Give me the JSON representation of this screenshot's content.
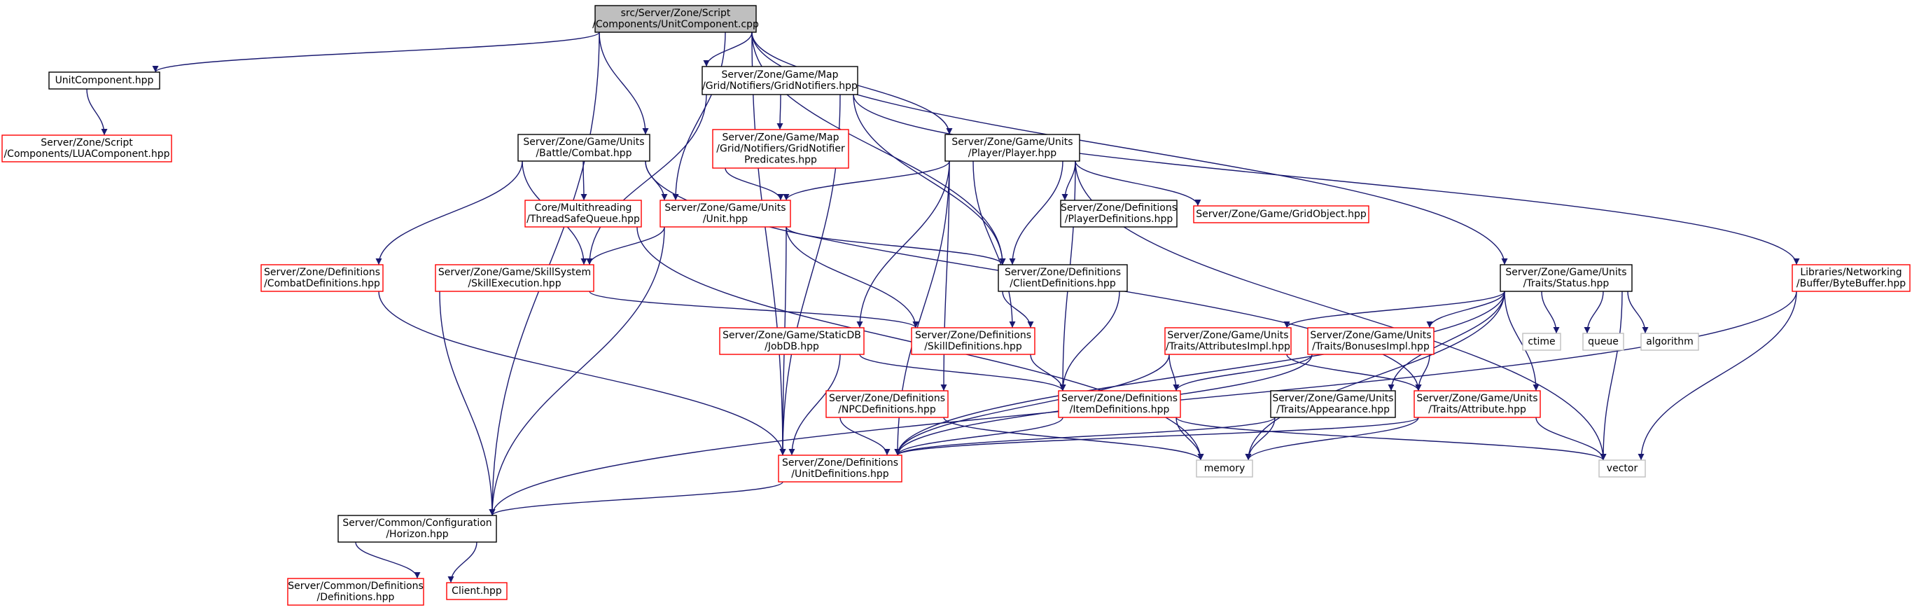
{
  "colors": {
    "edge": "#191970",
    "root_fill": "#bfbfbf",
    "root_border": "#000000",
    "documented_border": "#000000",
    "undocumented_border": "#ff0000",
    "system_border": "#bfbfbf",
    "background": "#ffffff"
  },
  "nodes": [
    {
      "id": "root",
      "lines": [
        "src/Server/Zone/Script",
        "/Components/UnitComponent.cpp"
      ],
      "style": "root"
    },
    {
      "id": "unitcomponent-hpp",
      "lines": [
        "UnitComponent.hpp"
      ],
      "style": "documented"
    },
    {
      "id": "luacomponent-hpp",
      "lines": [
        "Server/Zone/Script",
        "/Components/LUAComponent.hpp"
      ],
      "style": "undocumented"
    },
    {
      "id": "gridnotifiers-hpp",
      "lines": [
        "Server/Zone/Game/Map",
        "/Grid/Notifiers/GridNotifiers.hpp"
      ],
      "style": "documented"
    },
    {
      "id": "gridnotifierpredicates-hpp",
      "lines": [
        "Server/Zone/Game/Map",
        "/Grid/Notifiers/GridNotifier",
        "Predicates.hpp"
      ],
      "style": "undocumented"
    },
    {
      "id": "combat-hpp",
      "lines": [
        "Server/Zone/Game/Units",
        "/Battle/Combat.hpp"
      ],
      "style": "documented"
    },
    {
      "id": "threadsafequeue-hpp",
      "lines": [
        "Core/Multithreading",
        "/ThreadSafeQueue.hpp"
      ],
      "style": "undocumented"
    },
    {
      "id": "unit-hpp",
      "lines": [
        "Server/Zone/Game/Units",
        "/Unit.hpp"
      ],
      "style": "undocumented"
    },
    {
      "id": "player-hpp",
      "lines": [
        "Server/Zone/Game/Units",
        "/Player/Player.hpp"
      ],
      "style": "documented"
    },
    {
      "id": "playerdefinitions-hpp",
      "lines": [
        "Server/Zone/Definitions",
        "/PlayerDefinitions.hpp"
      ],
      "style": "documented"
    },
    {
      "id": "gridobject-hpp",
      "lines": [
        "Server/Zone/Game/GridObject.hpp"
      ],
      "style": "undocumented"
    },
    {
      "id": "combatdefinitions-hpp",
      "lines": [
        "Server/Zone/Definitions",
        "/CombatDefinitions.hpp"
      ],
      "style": "undocumented"
    },
    {
      "id": "skillexecution-hpp",
      "lines": [
        "Server/Zone/Game/SkillSystem",
        "/SkillExecution.hpp"
      ],
      "style": "undocumented"
    },
    {
      "id": "clientdefinitions-hpp",
      "lines": [
        "Server/Zone/Definitions",
        "/ClientDefinitions.hpp"
      ],
      "style": "documented"
    },
    {
      "id": "status-hpp",
      "lines": [
        "Server/Zone/Game/Units",
        "/Traits/Status.hpp"
      ],
      "style": "documented"
    },
    {
      "id": "bytebuffer-hpp",
      "lines": [
        "Libraries/Networking",
        "/Buffer/ByteBuffer.hpp"
      ],
      "style": "undocumented"
    },
    {
      "id": "jobdb-hpp",
      "lines": [
        "Server/Zone/Game/StaticDB",
        "/JobDB.hpp"
      ],
      "style": "undocumented"
    },
    {
      "id": "skilldefinitions-hpp",
      "lines": [
        "Server/Zone/Definitions",
        "/SkillDefinitions.hpp"
      ],
      "style": "undocumented"
    },
    {
      "id": "attributesimpl-hpp",
      "lines": [
        "Server/Zone/Game/Units",
        "/Traits/AttributesImpl.hpp"
      ],
      "style": "undocumented"
    },
    {
      "id": "bonusesimpl-hpp",
      "lines": [
        "Server/Zone/Game/Units",
        "/Traits/BonusesImpl.hpp"
      ],
      "style": "undocumented"
    },
    {
      "id": "ctime",
      "lines": [
        "ctime"
      ],
      "style": "system"
    },
    {
      "id": "queue",
      "lines": [
        "queue"
      ],
      "style": "system"
    },
    {
      "id": "algorithm",
      "lines": [
        "algorithm"
      ],
      "style": "system"
    },
    {
      "id": "npcdefinitions-hpp",
      "lines": [
        "Server/Zone/Definitions",
        "/NPCDefinitions.hpp"
      ],
      "style": "undocumented"
    },
    {
      "id": "itemdefinitions-hpp",
      "lines": [
        "Server/Zone/Definitions",
        "/ItemDefinitions.hpp"
      ],
      "style": "undocumented"
    },
    {
      "id": "appearance-hpp",
      "lines": [
        "Server/Zone/Game/Units",
        "/Traits/Appearance.hpp"
      ],
      "style": "documented"
    },
    {
      "id": "attribute-hpp",
      "lines": [
        "Server/Zone/Game/Units",
        "/Traits/Attribute.hpp"
      ],
      "style": "undocumented"
    },
    {
      "id": "unitdefinitions-hpp",
      "lines": [
        "Server/Zone/Definitions",
        "/UnitDefinitions.hpp"
      ],
      "style": "undocumented"
    },
    {
      "id": "memory",
      "lines": [
        "memory"
      ],
      "style": "system"
    },
    {
      "id": "vector",
      "lines": [
        "vector"
      ],
      "style": "system"
    },
    {
      "id": "horizon-hpp",
      "lines": [
        "Server/Common/Configuration",
        "/Horizon.hpp"
      ],
      "style": "documented"
    },
    {
      "id": "definitions-hpp",
      "lines": [
        "Server/Common/Definitions",
        "/Definitions.hpp"
      ],
      "style": "undocumented"
    },
    {
      "id": "client-hpp",
      "lines": [
        "Client.hpp"
      ],
      "style": "undocumented"
    }
  ],
  "edges": [
    [
      "root",
      "unitcomponent-hpp"
    ],
    [
      "root",
      "gridnotifiers-hpp"
    ],
    [
      "root",
      "combat-hpp"
    ],
    [
      "root",
      "unit-hpp"
    ],
    [
      "root",
      "player-hpp"
    ],
    [
      "root",
      "status-hpp"
    ],
    [
      "root",
      "clientdefinitions-hpp"
    ],
    [
      "root",
      "unitdefinitions-hpp"
    ],
    [
      "root",
      "horizon-hpp"
    ],
    [
      "unitcomponent-hpp",
      "luacomponent-hpp"
    ],
    [
      "gridnotifiers-hpp",
      "gridnotifierpredicates-hpp"
    ],
    [
      "gridnotifiers-hpp",
      "skillexecution-hpp"
    ],
    [
      "gridnotifiers-hpp",
      "clientdefinitions-hpp"
    ],
    [
      "gridnotifiers-hpp",
      "bytebuffer-hpp"
    ],
    [
      "gridnotifiers-hpp",
      "unitdefinitions-hpp"
    ],
    [
      "gridnotifierpredicates-hpp",
      "unit-hpp"
    ],
    [
      "combat-hpp",
      "threadsafequeue-hpp"
    ],
    [
      "combat-hpp",
      "unit-hpp"
    ],
    [
      "combat-hpp",
      "combatdefinitions-hpp"
    ],
    [
      "combat-hpp",
      "skillexecution-hpp"
    ],
    [
      "combat-hpp",
      "attribute-hpp"
    ],
    [
      "threadsafequeue-hpp",
      "memory"
    ],
    [
      "unit-hpp",
      "skillexecution-hpp"
    ],
    [
      "unit-hpp",
      "clientdefinitions-hpp"
    ],
    [
      "unit-hpp",
      "skilldefinitions-hpp"
    ],
    [
      "unit-hpp",
      "unitdefinitions-hpp"
    ],
    [
      "unit-hpp",
      "horizon-hpp"
    ],
    [
      "player-hpp",
      "unit-hpp"
    ],
    [
      "player-hpp",
      "playerdefinitions-hpp"
    ],
    [
      "player-hpp",
      "gridobject-hpp"
    ],
    [
      "player-hpp",
      "clientdefinitions-hpp"
    ],
    [
      "player-hpp",
      "jobdb-hpp"
    ],
    [
      "player-hpp",
      "skilldefinitions-hpp"
    ],
    [
      "player-hpp",
      "npcdefinitions-hpp"
    ],
    [
      "player-hpp",
      "itemdefinitions-hpp"
    ],
    [
      "player-hpp",
      "unitdefinitions-hpp"
    ],
    [
      "player-hpp",
      "vector"
    ],
    [
      "combatdefinitions-hpp",
      "unitdefinitions-hpp"
    ],
    [
      "skillexecution-hpp",
      "skilldefinitions-hpp"
    ],
    [
      "skillexecution-hpp",
      "horizon-hpp"
    ],
    [
      "clientdefinitions-hpp",
      "skilldefinitions-hpp"
    ],
    [
      "clientdefinitions-hpp",
      "itemdefinitions-hpp"
    ],
    [
      "status-hpp",
      "attributesimpl-hpp"
    ],
    [
      "status-hpp",
      "bonusesimpl-hpp"
    ],
    [
      "status-hpp",
      "ctime"
    ],
    [
      "status-hpp",
      "queue"
    ],
    [
      "status-hpp",
      "algorithm"
    ],
    [
      "status-hpp",
      "appearance-hpp"
    ],
    [
      "status-hpp",
      "attribute-hpp"
    ],
    [
      "status-hpp",
      "unitdefinitions-hpp"
    ],
    [
      "status-hpp",
      "memory"
    ],
    [
      "status-hpp",
      "vector"
    ],
    [
      "bytebuffer-hpp",
      "vector"
    ],
    [
      "bytebuffer-hpp",
      "horizon-hpp"
    ],
    [
      "jobdb-hpp",
      "itemdefinitions-hpp"
    ],
    [
      "jobdb-hpp",
      "unitdefinitions-hpp"
    ],
    [
      "skilldefinitions-hpp",
      "itemdefinitions-hpp"
    ],
    [
      "attributesimpl-hpp",
      "itemdefinitions-hpp"
    ],
    [
      "attributesimpl-hpp",
      "attribute-hpp"
    ],
    [
      "attributesimpl-hpp",
      "unitdefinitions-hpp"
    ],
    [
      "bonusesimpl-hpp",
      "itemdefinitions-hpp"
    ],
    [
      "bonusesimpl-hpp",
      "attribute-hpp"
    ],
    [
      "bonusesimpl-hpp",
      "unitdefinitions-hpp"
    ],
    [
      "npcdefinitions-hpp",
      "unitdefinitions-hpp"
    ],
    [
      "npcdefinitions-hpp",
      "memory"
    ],
    [
      "itemdefinitions-hpp",
      "unitdefinitions-hpp"
    ],
    [
      "itemdefinitions-hpp",
      "memory"
    ],
    [
      "itemdefinitions-hpp",
      "vector"
    ],
    [
      "appearance-hpp",
      "unitdefinitions-hpp"
    ],
    [
      "appearance-hpp",
      "memory"
    ],
    [
      "attribute-hpp",
      "unitdefinitions-hpp"
    ],
    [
      "attribute-hpp",
      "memory"
    ],
    [
      "attribute-hpp",
      "vector"
    ],
    [
      "unitdefinitions-hpp",
      "horizon-hpp"
    ],
    [
      "horizon-hpp",
      "definitions-hpp"
    ],
    [
      "horizon-hpp",
      "client-hpp"
    ]
  ]
}
